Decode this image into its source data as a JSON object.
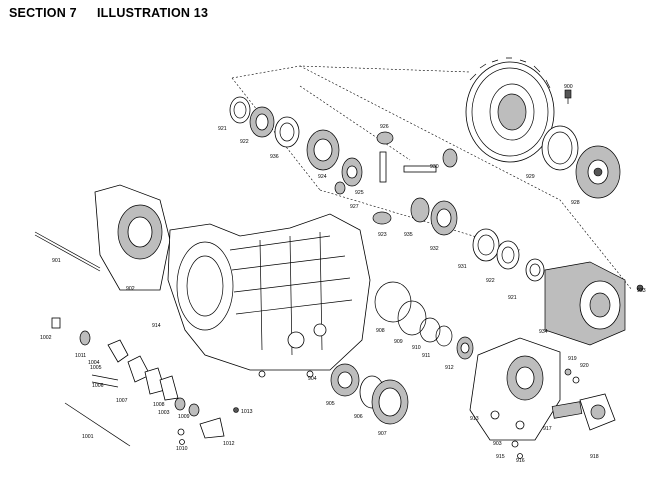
{
  "header": {
    "section": "SECTION 7",
    "illustration": "ILLUSTRATION 13"
  },
  "callouts": {
    "c900": "900",
    "c901": "901",
    "c902": "902",
    "c903": "903",
    "c904": "904",
    "c905": "905",
    "c906": "906",
    "c907": "907",
    "c908": "908",
    "c909": "909",
    "c910": "910",
    "c911": "911",
    "c912": "912",
    "c913": "913",
    "c914": "914",
    "c915": "915",
    "c916": "916",
    "c917": "917",
    "c918": "918",
    "c919": "919",
    "c920": "920",
    "c921a": "921",
    "c921b": "921",
    "c922a": "922",
    "c922b": "922",
    "c923": "923",
    "c924": "924",
    "c925": "925",
    "c926": "926",
    "c927": "927",
    "c928": "928",
    "c929": "929",
    "c930": "930",
    "c931": "931",
    "c932": "932",
    "c933": "933",
    "c934": "934",
    "c935": "935",
    "c936": "936",
    "c1001": "1001",
    "c1002": "1002",
    "c1003": "1003",
    "c1004": "1004",
    "c1005": "1005",
    "c1006": "1006",
    "c1007": "1007",
    "c1008": "1008",
    "c1009": "1009",
    "c1010": "1010",
    "c1011": "1011",
    "c1012": "1012",
    "c1013": "1013"
  }
}
